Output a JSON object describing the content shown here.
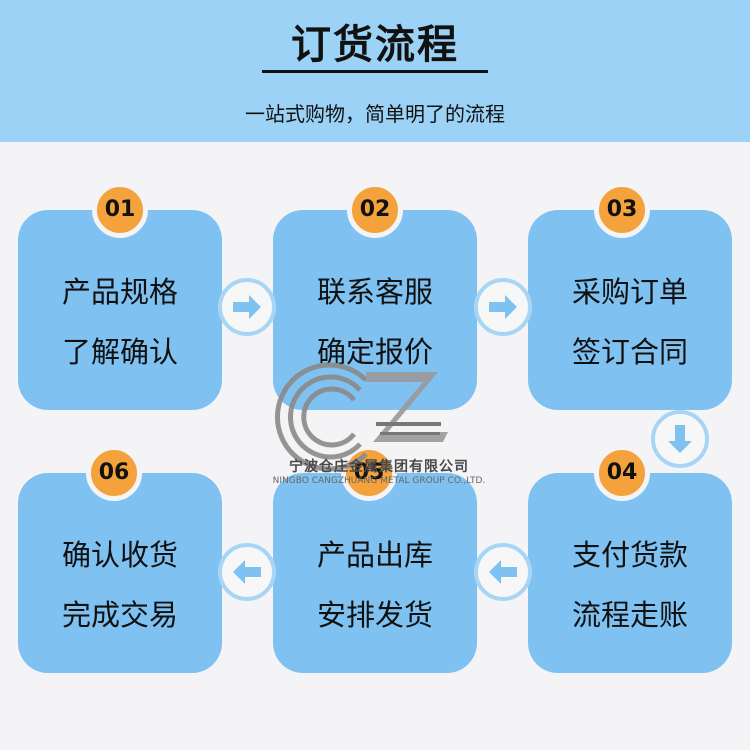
{
  "header": {
    "title": "订货流程",
    "subtitle": "一站式购物，简单明了的流程"
  },
  "steps": [
    {
      "number": "01",
      "line1": "产品规格",
      "line2": "了解确认"
    },
    {
      "number": "02",
      "line1": "联系客服",
      "line2": "确定报价"
    },
    {
      "number": "03",
      "line1": "采购订单",
      "line2": "签订合同"
    },
    {
      "number": "04",
      "line1": "支付货款",
      "line2": "流程走账"
    },
    {
      "number": "05",
      "line1": "产品出库",
      "line2": "安排发货"
    },
    {
      "number": "06",
      "line1": "确认收货",
      "line2": "完成交易"
    }
  ],
  "watermark": {
    "company_cn": "宁波仓庄金属集团有限公司",
    "company_en": "NINGBO CANGZHUANG METAL GROUP CO.,LTD."
  },
  "colors": {
    "header_bg": "#9dd2f7",
    "card_bg": "#7fc2f2",
    "badge": "#f4a23c",
    "arrow": "#7fc2f2"
  },
  "icons": [
    "arrow-right-icon",
    "arrow-down-icon",
    "arrow-left-icon"
  ]
}
